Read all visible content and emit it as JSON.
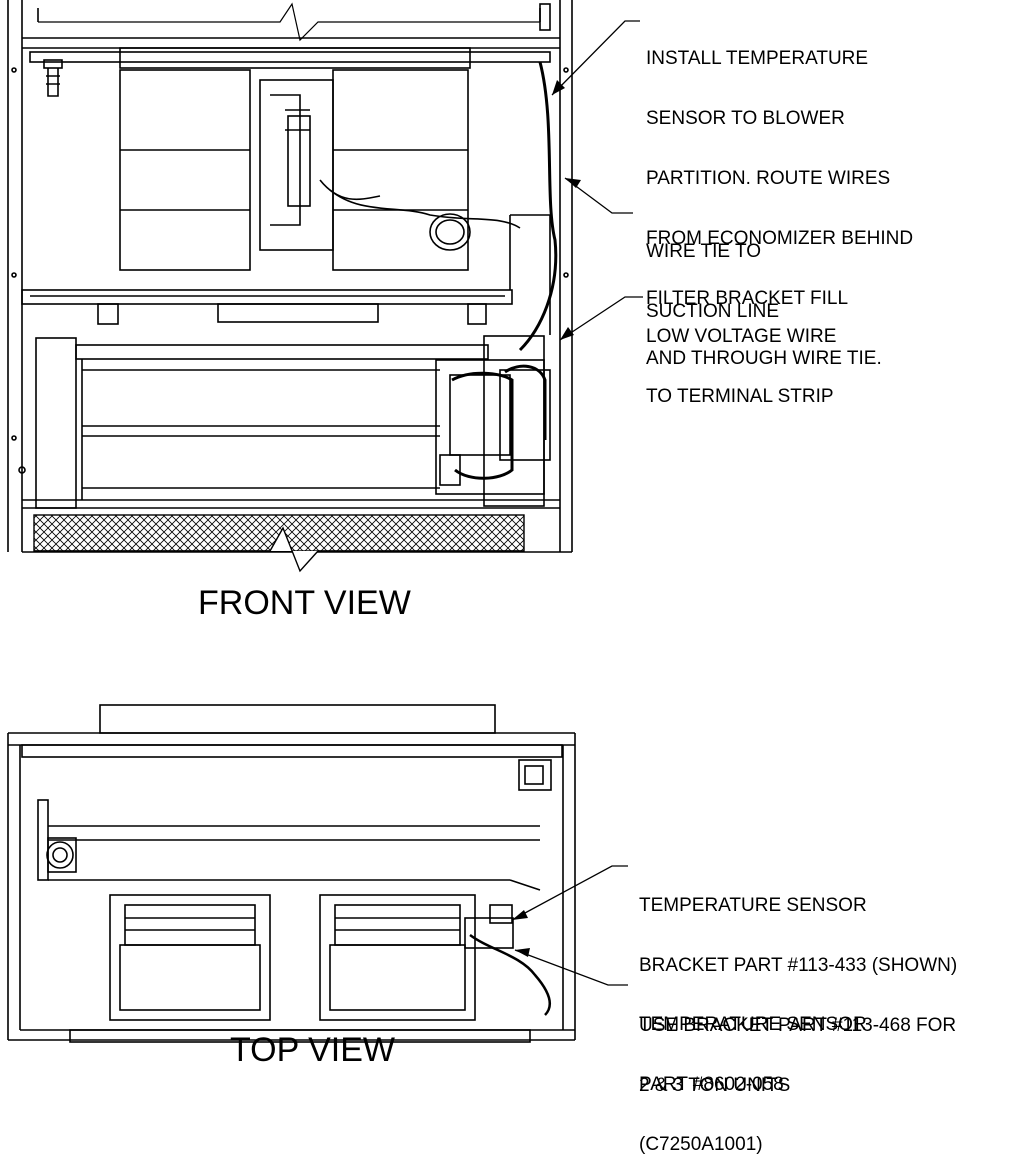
{
  "front_view": {
    "title": "FRONT VIEW",
    "callouts": [
      {
        "id": "install-sensor",
        "lines": [
          "INSTALL TEMPERATURE",
          "SENSOR TO BLOWER",
          "PARTITION. ROUTE WIRES",
          "FROM ECONOMIZER BEHIND",
          "FILTER BRACKET FILL",
          "AND THROUGH WIRE TIE."
        ]
      },
      {
        "id": "wire-tie",
        "lines": [
          "WIRE TIE TO",
          "SUCTION LINE"
        ]
      },
      {
        "id": "low-voltage",
        "lines": [
          "LOW VOLTAGE WIRE",
          "TO TERMINAL STRIP"
        ]
      }
    ]
  },
  "top_view": {
    "title": "TOP VIEW",
    "callouts": [
      {
        "id": "sensor-bracket",
        "lines": [
          "TEMPERATURE SENSOR",
          "BRACKET PART #113-433 (SHOWN)",
          "USE BRACKET PART #113-468 FOR",
          "2 & 3 TON UNITS"
        ]
      },
      {
        "id": "sensor-part",
        "lines": [
          "TEMPERATURE SENSOR",
          "PART #8602-058",
          "(C7250A1001)"
        ]
      }
    ]
  }
}
